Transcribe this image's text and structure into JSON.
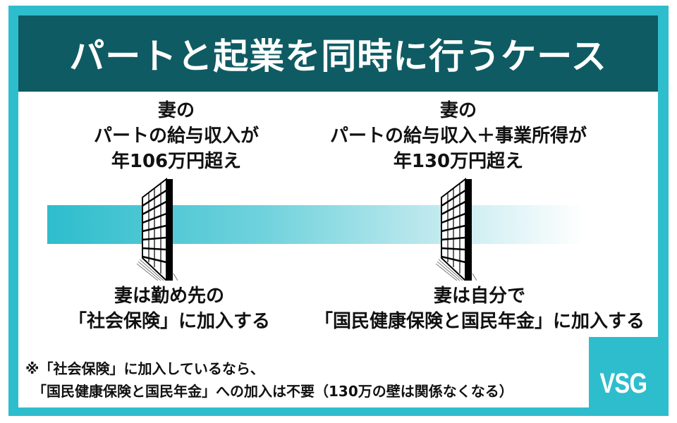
{
  "title": "パートと起業を同時に行うケース",
  "colors": {
    "frame": "#2ebdcc",
    "header_bg": "#0f5b63",
    "header_text": "#ffffff",
    "text": "#111111"
  },
  "thresholds": [
    {
      "top_lines": [
        "妻の",
        "パートの給与収入が",
        "年106万円超え"
      ],
      "bottom_lines": [
        "妻は勤め先の",
        "「社会保険」に加入する"
      ]
    },
    {
      "top_lines": [
        "妻の",
        "パートの給与収入＋事業所得が",
        "年130万円超え"
      ],
      "bottom_lines": [
        "妻は自分で",
        "「国民健康保険と国民年金」に加入する"
      ]
    }
  ],
  "note": {
    "lines": [
      "※「社会保険」に加入しているなら、",
      "　「国民健康保険と国民年金」への加入は不要（130万の壁は関係なくなる）"
    ]
  },
  "badge": {
    "label": "VSG"
  },
  "icons": {
    "wall": "brick-wall-icon"
  }
}
